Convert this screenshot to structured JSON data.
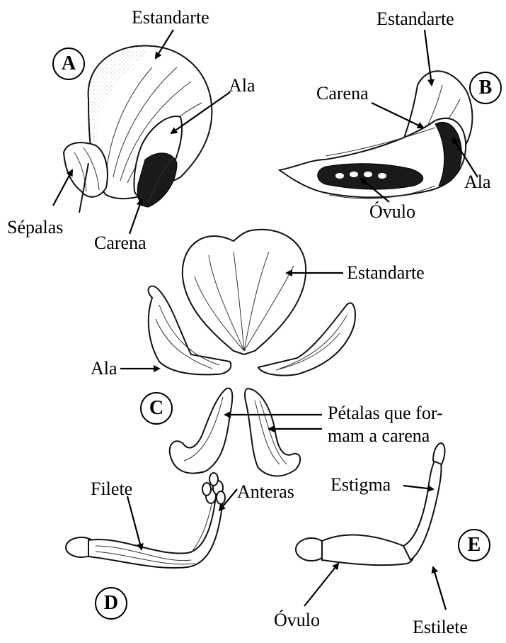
{
  "figure": {
    "panels": [
      {
        "id": "A",
        "labels": [
          "Estandarte",
          "Ala",
          "Sépalas",
          "Carena"
        ]
      },
      {
        "id": "B",
        "labels": [
          "Estandarte",
          "Carena",
          "Ala",
          "Óvulo"
        ]
      },
      {
        "id": "C",
        "labels": [
          "Estandarte",
          "Ala",
          "Pétalas que for-",
          "mam a carena"
        ]
      },
      {
        "id": "D",
        "labels": [
          "Filete",
          "Anteras"
        ]
      },
      {
        "id": "E",
        "labels": [
          "Estigma",
          "Óvulo",
          "Estilete"
        ]
      }
    ]
  },
  "labels": {
    "a_estandarte": "Estandarte",
    "a_ala": "Ala",
    "a_sepalas": "Sépalas",
    "a_carena": "Carena",
    "b_estandarte": "Estandarte",
    "b_carena": "Carena",
    "b_ala": "Ala",
    "b_ovulo": "Óvulo",
    "c_estandarte": "Estandarte",
    "c_ala": "Ala",
    "c_petalas_line1": "Pétalas que for-",
    "c_petalas_line2": "mam a carena",
    "d_filete": "Filete",
    "d_anteras": "Anteras",
    "e_estigma": "Estigma",
    "e_ovulo": "Óvulo",
    "e_estilete": "Estilete"
  },
  "badges": {
    "a": "A",
    "b": "B",
    "c": "C",
    "d": "D",
    "e": "E"
  }
}
